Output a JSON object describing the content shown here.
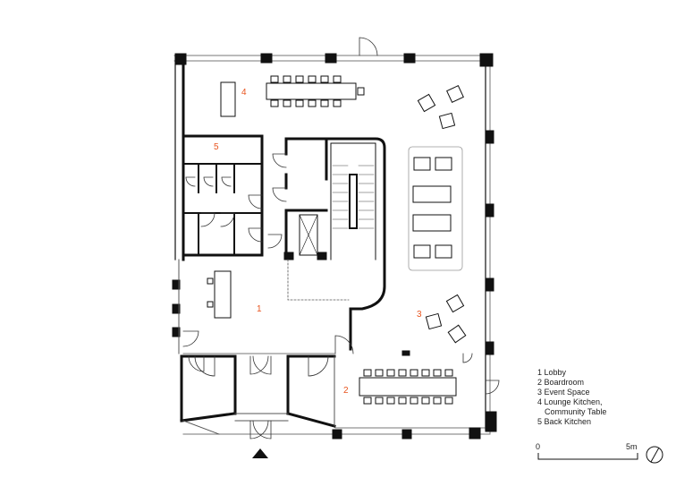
{
  "rooms": [
    {
      "number": "1"
    },
    {
      "number": "2"
    },
    {
      "number": "3"
    },
    {
      "number": "4"
    },
    {
      "number": "5"
    }
  ],
  "legend": [
    "1 Lobby",
    "2 Boardroom",
    "3 Event Space",
    "4 Lounge Kitchen,",
    "Community Table",
    "5 Back Kitchen"
  ],
  "scale": {
    "start": "0",
    "end": "5m"
  },
  "colors": {
    "label": "#e8541e",
    "wall": "#111111",
    "line": "#888888"
  },
  "icons": [
    "north-arrow-icon",
    "entrance-triangle-icon"
  ]
}
